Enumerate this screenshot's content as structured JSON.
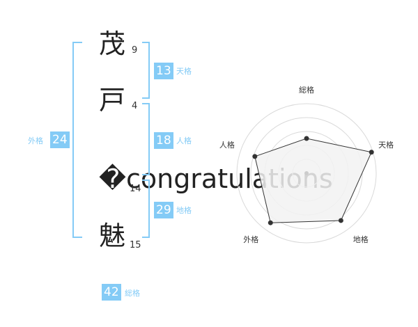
{
  "colors": {
    "accent": "#84cbf6",
    "label": "#84cbf6",
    "radar_fill": "#f2f2f2",
    "radar_stroke": "#333333",
    "grid": "#d9d9d9"
  },
  "name": {
    "characters": [
      {
        "char": "茂",
        "strokes": "9"
      },
      {
        "char": "戸",
        "strokes": "4"
      },
      {
        "char": "�congratulations",
        "strokes": "14"
      },
      {
        "char": "魅",
        "strokes": "15"
      }
    ]
  },
  "fortunes": {
    "tenkaku": {
      "value": "13",
      "label": "天格"
    },
    "jinkaku": {
      "value": "18",
      "label": "人格"
    },
    "chikaku": {
      "value": "29",
      "label": "地格"
    },
    "gaikaku": {
      "value": "24",
      "label": "外格"
    },
    "soukaku": {
      "value": "42",
      "label": "総格"
    }
  },
  "chart_data": {
    "type": "radar",
    "axes": [
      "総格",
      "天格",
      "地格",
      "外格",
      "人格"
    ],
    "values": [
      2.5,
      4.9,
      4.2,
      4.4,
      3.9
    ],
    "max": 5,
    "rings": 5
  }
}
